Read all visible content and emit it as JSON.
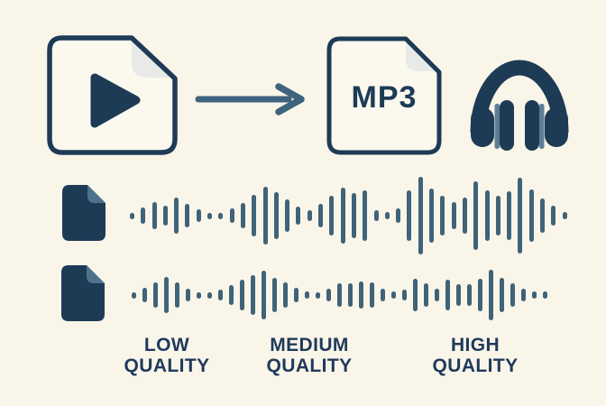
{
  "canvas": {
    "background": "#faf5e9"
  },
  "palette": {
    "navy": "#1d3b55",
    "slate": "#3f6379",
    "arrow_slate": "#3d637e",
    "file_fill": "#fcfaf1",
    "fold_light": "#c9d2d6",
    "fold_slate": "#4d738c",
    "headphone_accent": "#5c7f95",
    "text_navy": "#1e3a5b"
  },
  "conversion_row": {
    "video_file_icon": "video-file-with-play-button",
    "arrow_icon": "right-arrow",
    "mp3_file": {
      "label": "MP3"
    },
    "headphones_icon": "headphones"
  },
  "waveforms": {
    "bar_color": "#3f6379",
    "rows": [
      {
        "name": "waveform-top",
        "file_icon": "audio-file",
        "bars": [
          7,
          18,
          30,
          22,
          40,
          26,
          14,
          7,
          7,
          16,
          28,
          46,
          64,
          52,
          36,
          20,
          12,
          26,
          44,
          62,
          50,
          56,
          12,
          8,
          16,
          56,
          86,
          60,
          44,
          30,
          40,
          76,
          56,
          44,
          54,
          84,
          58,
          38,
          22,
          8
        ]
      },
      {
        "name": "waveform-bottom",
        "file_icon": "audio-file",
        "bars": [
          7,
          16,
          28,
          40,
          28,
          14,
          7,
          7,
          12,
          22,
          34,
          44,
          54,
          38,
          28,
          16,
          8,
          7,
          14,
          26,
          26,
          30,
          28,
          14,
          8,
          12,
          36,
          26,
          14,
          34,
          24,
          24,
          36,
          56,
          38,
          26,
          14,
          8,
          8
        ]
      }
    ]
  },
  "quality_labels": {
    "low": "LOW\nQUALITY",
    "medium": "MEDIUM\nQUALITY",
    "high": "HIGH\nQUALITY"
  }
}
